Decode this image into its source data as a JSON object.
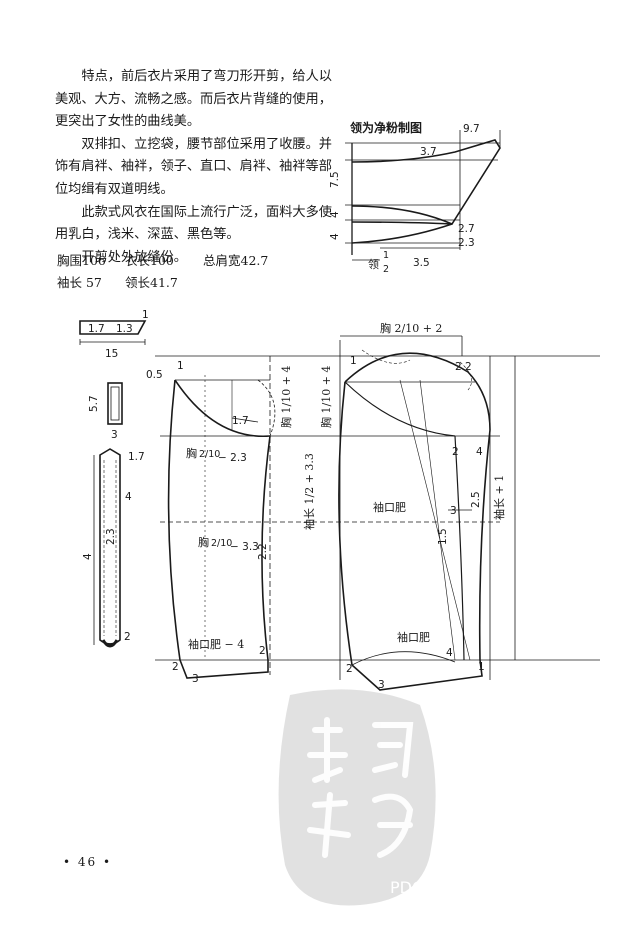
{
  "text": {
    "p1": "特点，前后衣片采用了弯刀形开剪，给人以美观、大方、流畅之感。而后衣片背缝的使用，更突出了女性的曲线美。",
    "p2": "双排扣、立挖袋，腰节部位采用了收腰。并饰有肩袢、袖袢，领子、直口、肩袢、袖袢等部位均缉有双道明线。",
    "p3": "此款式风衣在国际上流行广泛，面料大多使用乳白，浅米、深蓝、黑色等。",
    "p4": "开剪处外放缝份。"
  },
  "specs": {
    "chest": "胸围106",
    "length": "衣长100",
    "shoulder": "总肩宽42.7",
    "sleeve": "袖长 57",
    "collar": "领长41.7"
  },
  "collar_diagram": {
    "title": "领为净粉制图",
    "m_97": "9.7",
    "m_37": "3.7",
    "m_75": "7.5",
    "m_4a": "4",
    "m_4b": "4",
    "m_27": "2.7",
    "m_23": "2.3",
    "m_neck": "领",
    "m_half_num": "1",
    "m_half_den": "2",
    "m_35": "3.5"
  },
  "small_parts": {
    "strap_17": "1.7",
    "strap_13": "1.3",
    "strap_1": "1",
    "strap_15": "15",
    "loop_57": "5.7",
    "loop_3": "3",
    "tab_17": "1.7",
    "tab_4a": "4",
    "tab_23": "2.3",
    "tab_4b": "4",
    "tab_2": "2"
  },
  "front_sleeve": {
    "m_05": "0.5",
    "m_1": "1",
    "m_17": "1.7",
    "m_chest_a": "胸",
    "m_chest_a_frac": "2/10",
    "m_chest_a_suffix": "− 2.3",
    "m_chest_b": "胸",
    "m_chest_b_frac": "2/10",
    "m_chest_b_suffix": "− 3.3",
    "m_22": "2.2",
    "m_cuff": "袖口肥 − 4",
    "m_2a": "2",
    "m_2b": "2",
    "m_3": "3",
    "m_v1": "胸 1/10 + 4",
    "m_v2": "胸 1/10 + 4",
    "m_v3": "袖长 1/2 + 3.3"
  },
  "back_sleeve": {
    "m_top": "胸 2/10 + 2",
    "m_22": "2.2",
    "m_1": "1",
    "m_cuff_top": "袖口肥",
    "m_cuff_bot": "袖口肥",
    "m_2a": "2",
    "m_4a": "4",
    "m_3a": "3",
    "m_15": "1.5",
    "m_25": "2.5",
    "m_4b": "4",
    "m_1b": "1",
    "m_2b": "2",
    "m_3b": "3",
    "m_len": "袖长 + 1"
  },
  "seal": {
    "text": "許忍忠鄧",
    "pdg": "PDG"
  },
  "footer": {
    "page": "• 46 •"
  }
}
